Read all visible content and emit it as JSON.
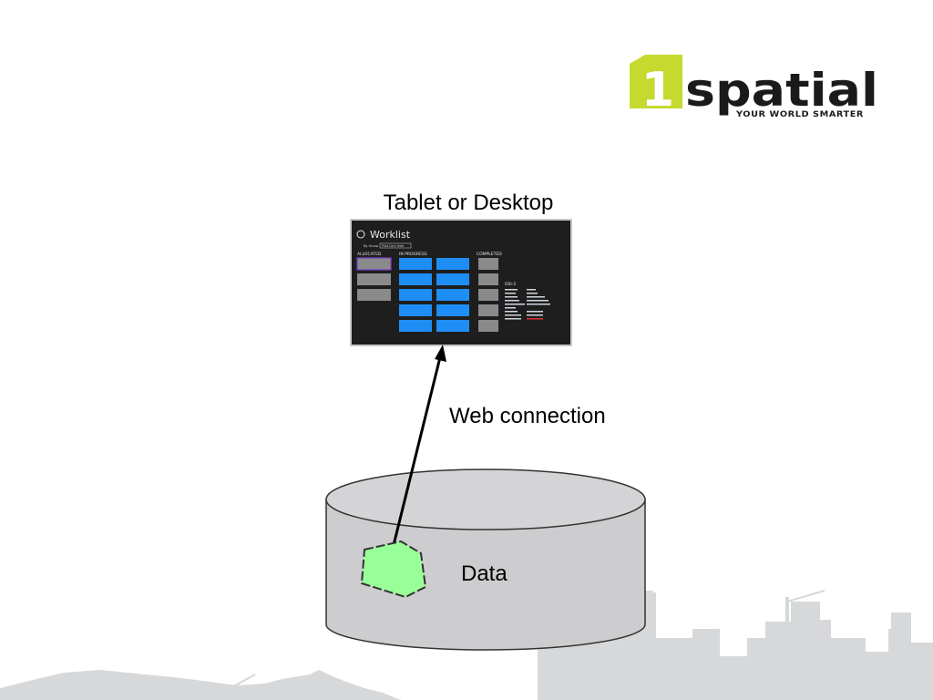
{
  "logo": {
    "number": "1",
    "word": "spatial",
    "tagline": "YOUR WORLD SMARTER",
    "accent_color": "#c6d92e"
  },
  "labels": {
    "device": "Tablet or Desktop",
    "connection": "Web connection",
    "data": "Data"
  },
  "worklist": {
    "title": "Worklist",
    "group_label": "By Group",
    "group_value": "Pilot Cork Hedi",
    "columns": [
      "ALLOCATED",
      "IN PROGRESS",
      "COMPLETED"
    ],
    "detail_title": "OSI-2"
  },
  "colors": {
    "background": "#ffffff",
    "screen_bg": "#1e1e1e",
    "tile_blue": "#1e8ef5",
    "tile_grey": "#8a8a8a",
    "tile_purple": "#7a3fd0",
    "cylinder_fill": "#cdcdd0",
    "data_shape": "#99ff99",
    "skyline": "#d4d6d8"
  }
}
